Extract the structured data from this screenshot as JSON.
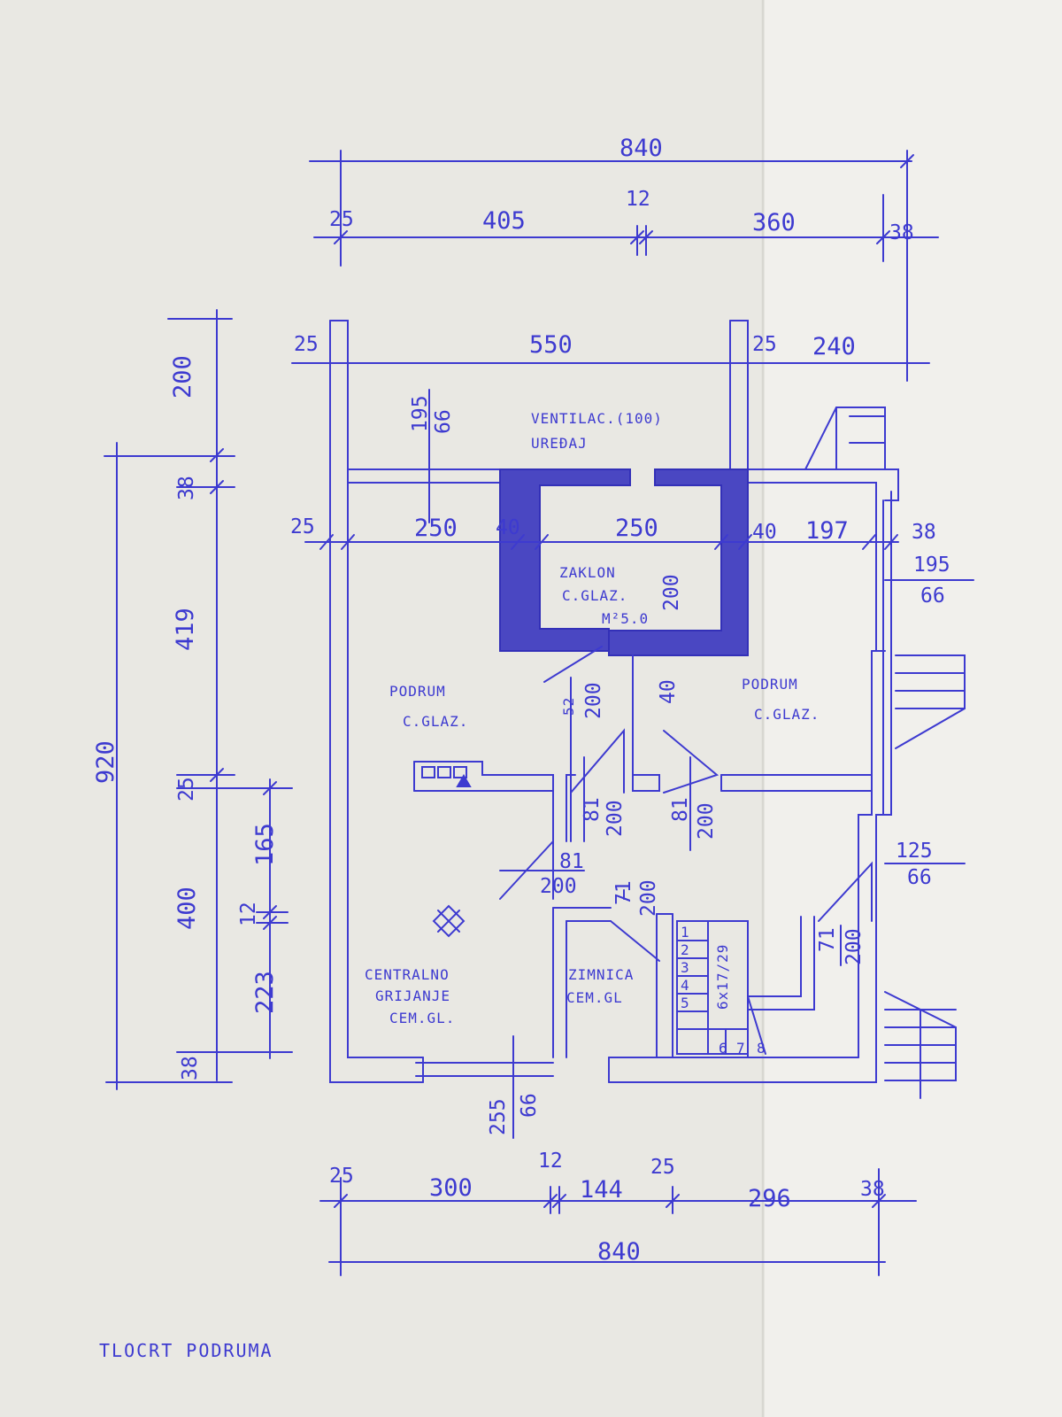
{
  "drawing": {
    "title": "TLOCRT PODRUMA",
    "colors": {
      "paper": "#e9e8e3",
      "ink": "#3d3ad0",
      "chimney": "#4a47c2",
      "fold": "#f3f2ee"
    },
    "top_dimensions": {
      "overall": "840",
      "segments": [
        "25",
        "405",
        "12",
        "360",
        "38"
      ],
      "inner": [
        "25",
        "550",
        "25",
        "240"
      ]
    },
    "left_dimensions": {
      "overall": "920",
      "segments": [
        "200",
        "38",
        "419",
        "25",
        "400",
        "38"
      ],
      "sub": [
        "165",
        "12",
        "223"
      ]
    },
    "mid_dimensions": [
      "25",
      "250",
      "40",
      "250",
      "40",
      "197",
      "38"
    ],
    "bottom_dimensions": {
      "overall": "840",
      "segments": [
        "25",
        "300",
        "12",
        "144",
        "25",
        "296",
        "38"
      ]
    },
    "openings": {
      "window_top": [
        "195",
        "66"
      ],
      "window_right": [
        "195",
        "66"
      ],
      "window_right_lower": [
        "125",
        "66"
      ],
      "window_bottom": [
        "255",
        "66"
      ],
      "door_chimney": [
        "52",
        "200"
      ],
      "door_chimney_right": "40",
      "door_1": [
        "81",
        "200"
      ],
      "door_2": [
        "81",
        "200"
      ],
      "door_3": [
        "81",
        "200"
      ],
      "door_zimnica": [
        "71",
        "200"
      ],
      "door_right": [
        "71",
        "200"
      ],
      "chimney_inner": "200"
    },
    "rooms": {
      "ventilation": [
        "VENTILAC.(100)",
        "UREĐAJ"
      ],
      "shelter": [
        "ZAKLON",
        "C.GLAZ.",
        "M²5.0"
      ],
      "cellar_left": [
        "PODRUM",
        "C.GLAZ."
      ],
      "cellar_right": [
        "PODRUM",
        "C.GLAZ."
      ],
      "boiler": [
        "CENTRALNO",
        "GRIJANJE",
        "CEM.GL."
      ],
      "pantry": [
        "ZIMNICA",
        "CEM.GL"
      ],
      "stairs": [
        "6x17/29",
        "6",
        "7",
        "8"
      ],
      "stair_steps": [
        "1",
        "2",
        "3",
        "4",
        "5"
      ]
    }
  }
}
